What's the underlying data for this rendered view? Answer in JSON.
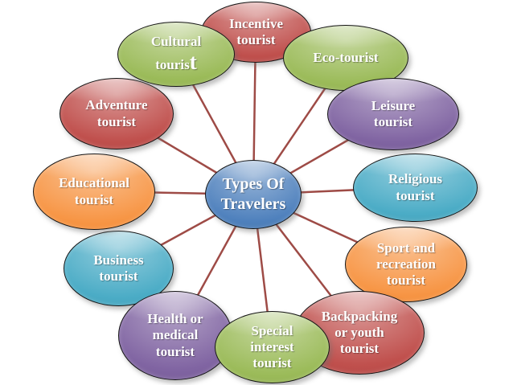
{
  "diagram": {
    "type": "radial",
    "background": "#FFFFFF",
    "connector_color": "#9E4B46",
    "center": {
      "label": "Types Of\nTravelers",
      "color": {
        "base": "#4F81BD",
        "light": "#95B3D7",
        "dark": "#2E5987"
      }
    },
    "nodes": {
      "incentive": {
        "label": "Incentive\ntourist",
        "color": {
          "base": "#C0504D",
          "light": "#D99694",
          "dark": "#943634"
        }
      },
      "eco": {
        "label": "Eco-tourist",
        "color": {
          "base": "#9BBB59",
          "light": "#C3D69B",
          "dark": "#77933C"
        }
      },
      "leisure": {
        "label": "Leisure\ntourist",
        "color": {
          "base": "#8064A2",
          "light": "#B3A2C7",
          "dark": "#604A7B"
        }
      },
      "religious": {
        "label": "Religious\ntourist",
        "color": {
          "base": "#4BACC6",
          "light": "#93CDDD",
          "dark": "#31859C"
        }
      },
      "sport": {
        "label": "Sport and\nrecreation\ntourist",
        "color": {
          "base": "#F79646",
          "light": "#FAC090",
          "dark": "#E46C0A"
        }
      },
      "backpacking": {
        "label": "Backpacking\nor youth\ntourist",
        "color": {
          "base": "#C0504D",
          "light": "#D99694",
          "dark": "#943634"
        }
      },
      "special": {
        "label": "Special\ninterest\ntourist",
        "color": {
          "base": "#9BBB59",
          "light": "#C3D69B",
          "dark": "#77933C"
        }
      },
      "health": {
        "label": "Health or\nmedical\ntourist",
        "color": {
          "base": "#8064A2",
          "light": "#B3A2C7",
          "dark": "#604A7B"
        }
      },
      "business": {
        "label": "Business\ntourist",
        "color": {
          "base": "#4BACC6",
          "light": "#93CDDD",
          "dark": "#31859C"
        }
      },
      "educational": {
        "label": "Educational\ntourist",
        "color": {
          "base": "#F79646",
          "light": "#FAC090",
          "dark": "#E46C0A"
        }
      },
      "adventure": {
        "label": "Adventure\ntourist",
        "color": {
          "base": "#C0504D",
          "light": "#D99694",
          "dark": "#943634"
        }
      },
      "cultural": {
        "label": "Cultural\ntouris",
        "label_suffix": "t",
        "color": {
          "base": "#9BBB59",
          "light": "#C3D69B",
          "dark": "#77933C"
        }
      }
    }
  }
}
